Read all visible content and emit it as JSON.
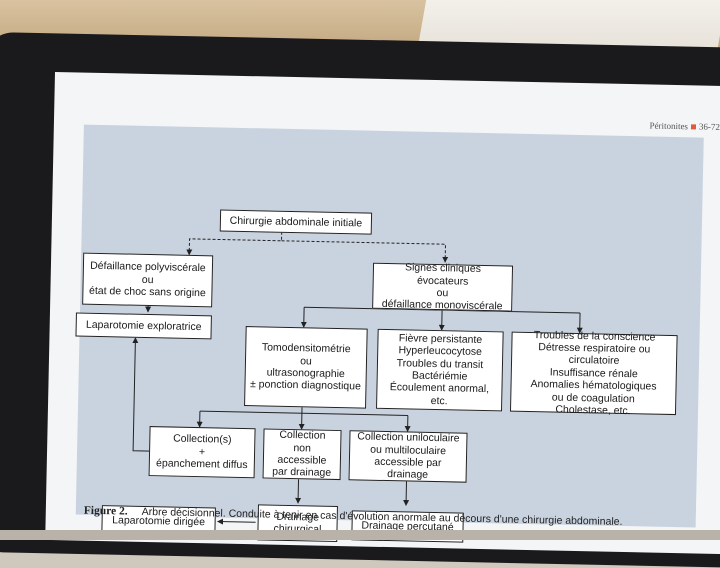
{
  "header": {
    "running_title": "Péritonites",
    "page_ref": "36-72"
  },
  "boxes": {
    "b1": "Chirurgie abdominale initiale",
    "b2": "Défaillance polyviscérale\nou\nétat de choc sans origine",
    "b3": "Signes cliniques évocateurs\nou\ndéfaillance monoviscérale",
    "b4": "Laparotomie exploratrice",
    "b5": "Tomodensitométrie\nou\nultrasonographie\n± ponction diagnostique",
    "b6": "Fièvre persistante\nHyperleucocytose\nTroubles du transit\nBactériémie\nÉcoulement anormal, etc.",
    "b7": "Troubles de la conscience\nDétresse respiratoire ou circulatoire\nInsuffisance rénale\nAnomalies hématologiques\nou de coagulation\nCholestase, etc.",
    "b8": "Collection(s)\n+\népanchement diffus",
    "b9": "Collection\nnon accessible\npar drainage",
    "b10": "Collection uniloculaire\nou multiloculaire\naccessible par drainage",
    "b11": "Laparotomie dirigée",
    "b12": "Drainage\nchirurgical",
    "b13": "Drainage percutané"
  },
  "caption": {
    "label": "Figure 2.",
    "text": "Arbre décisionnel. Conduite à tenir en cas d'évolution anormale au décours d'une chirurgie abdominale."
  }
}
